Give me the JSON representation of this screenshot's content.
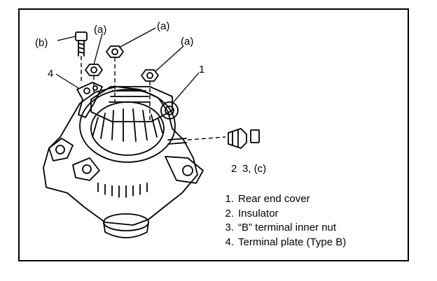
{
  "callouts": {
    "b": "(b)",
    "a_top": "(a)",
    "a_upper_left": "(a)",
    "a_right": "(a)",
    "num_4": "4",
    "num_1": "1",
    "num_2": "2",
    "num_3c": "3, (c)"
  },
  "legend": [
    {
      "num": "1.",
      "label": "Rear end cover"
    },
    {
      "num": "2.",
      "label": "Insulator"
    },
    {
      "num": "3.",
      "label": "“B” terminal inner nut"
    },
    {
      "num": "4.",
      "label": "Terminal plate (Type B)"
    }
  ]
}
